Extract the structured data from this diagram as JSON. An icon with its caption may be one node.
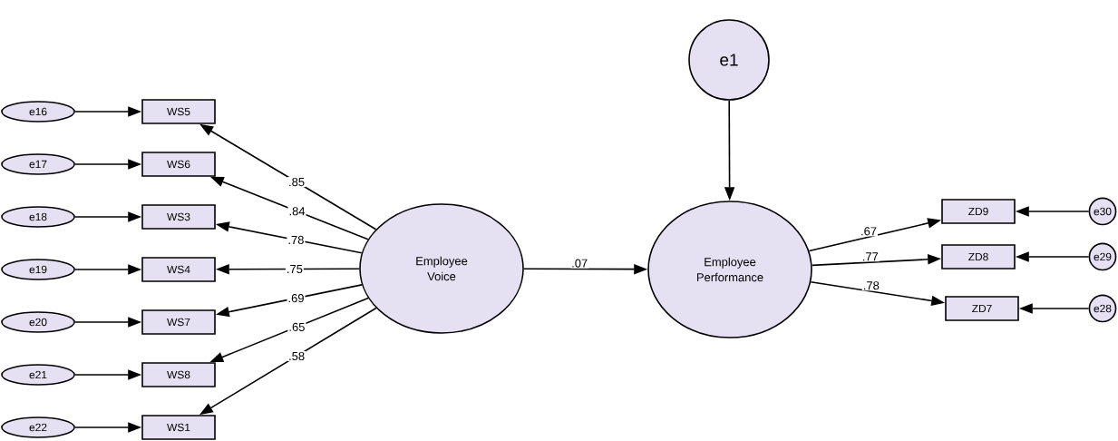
{
  "diagram": {
    "nodes": [
      {
        "text": [
          "e16"
        ]
      },
      {
        "text": [
          "WS5"
        ]
      },
      {
        "text": [
          "e17"
        ]
      },
      {
        "text": [
          "WS6"
        ]
      },
      {
        "text": [
          "e18"
        ]
      },
      {
        "text": [
          "WS3"
        ]
      },
      {
        "text": [
          "e19"
        ]
      },
      {
        "text": [
          "WS4"
        ]
      },
      {
        "text": [
          "e20"
        ]
      },
      {
        "text": [
          "WS7"
        ]
      },
      {
        "text": [
          "e21"
        ]
      },
      {
        "text": [
          "WS8"
        ]
      },
      {
        "text": [
          "e22"
        ]
      },
      {
        "text": [
          "WS1"
        ]
      },
      {
        "text": [
          "Employee Voice"
        ]
      },
      {
        "text": [
          "e1"
        ]
      },
      {
        "text": [
          "Employee Performance"
        ]
      },
      {
        "text": [
          "ZD9"
        ]
      },
      {
        "text": [
          "e30"
        ]
      },
      {
        "text": [
          "ZD8"
        ]
      },
      {
        "text": [
          "e29"
        ]
      },
      {
        "text": [
          "ZD7"
        ]
      },
      {
        "text": [
          "e28"
        ]
      }
    ],
    "edges": [
      {
        "from": 0,
        "to": 1,
        "arrow": "to"
      },
      {
        "from": 2,
        "to": 3,
        "arrow": "to"
      },
      {
        "from": 4,
        "to": 5,
        "arrow": "to"
      },
      {
        "from": 6,
        "to": 7,
        "arrow": "to"
      },
      {
        "from": 8,
        "to": 9,
        "arrow": "to"
      },
      {
        "from": 10,
        "to": 11,
        "arrow": "to"
      },
      {
        "from": 12,
        "to": 13,
        "arrow": "to"
      },
      {
        "from": 14,
        "to": 1,
        "arrow": "to",
        "label": ".85"
      },
      {
        "from": 14,
        "to": 3,
        "arrow": "to",
        "label": ".84"
      },
      {
        "from": 14,
        "to": 5,
        "arrow": "to",
        "label": ".78"
      },
      {
        "from": 14,
        "to": 7,
        "arrow": "to",
        "label": ".75"
      },
      {
        "from": 14,
        "to": 9,
        "arrow": "to",
        "label": ".69"
      },
      {
        "from": 14,
        "to": 11,
        "arrow": "to",
        "label": ".65"
      },
      {
        "from": 14,
        "to": 13,
        "arrow": "to",
        "label": ".58"
      },
      {
        "from": 14,
        "to": 16,
        "arrow": "to",
        "label": ".07"
      },
      {
        "from": 15,
        "to": 16,
        "arrow": "to"
      },
      {
        "from": 16,
        "to": 17,
        "arrow": "to",
        "label": ".67"
      },
      {
        "from": 16,
        "to": 19,
        "arrow": "to",
        "label": ".77"
      },
      {
        "from": 16,
        "to": 21,
        "arrow": "to",
        "label": ".78"
      },
      {
        "from": 18,
        "to": 17,
        "arrow": "to"
      },
      {
        "from": 20,
        "to": 19,
        "arrow": "to"
      },
      {
        "from": 22,
        "to": 21,
        "arrow": "to"
      }
    ]
  }
}
